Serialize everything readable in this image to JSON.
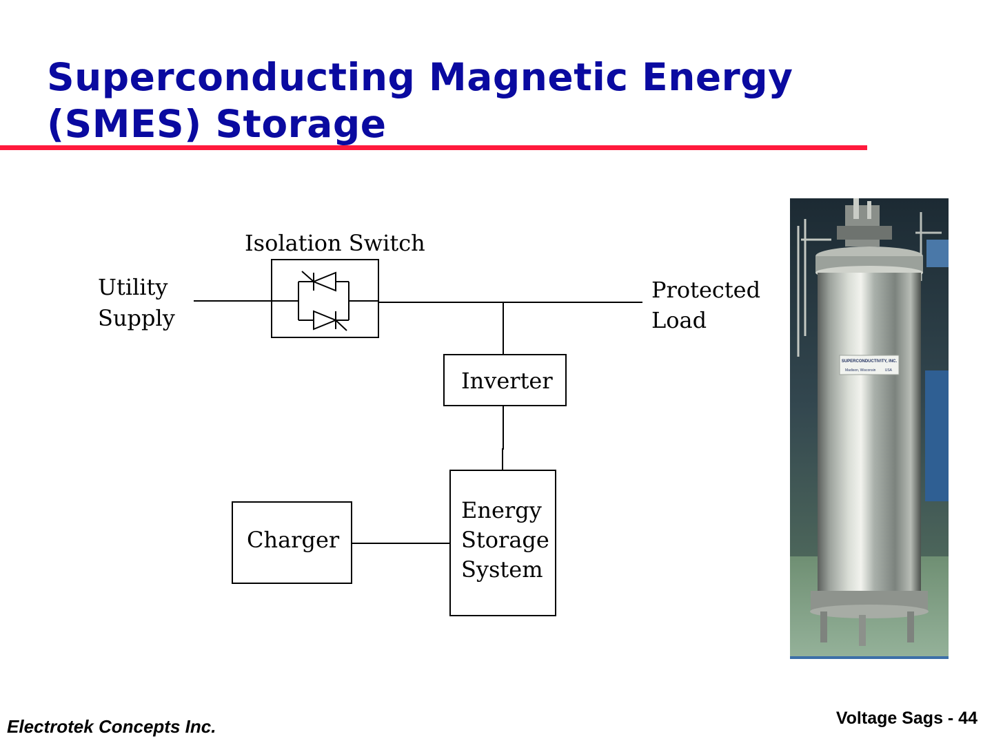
{
  "title": {
    "line1": "Superconducting Magnetic Energy",
    "line2": "(SMES) Storage"
  },
  "colors": {
    "title": "#0a0aa0",
    "rule": "#ff1a3c",
    "line": "#000000"
  },
  "diagram": {
    "isolation_switch_label": "Isolation Switch",
    "utility_supply": [
      "Utility",
      "Supply"
    ],
    "protected_load": [
      "Protected",
      "Load"
    ],
    "inverter_label": "Inverter",
    "charger_label": "Charger",
    "energy_storage": [
      "Energy",
      "Storage",
      "System"
    ]
  },
  "photo": {
    "label_line1": "SUPERCONDUCTIVITY, INC.",
    "label_line2": "Madison, Wisconsin",
    "label_line3": "USA"
  },
  "footer": {
    "company": "Electrotek Concepts Inc.",
    "page": "Voltage Sags - 44"
  }
}
